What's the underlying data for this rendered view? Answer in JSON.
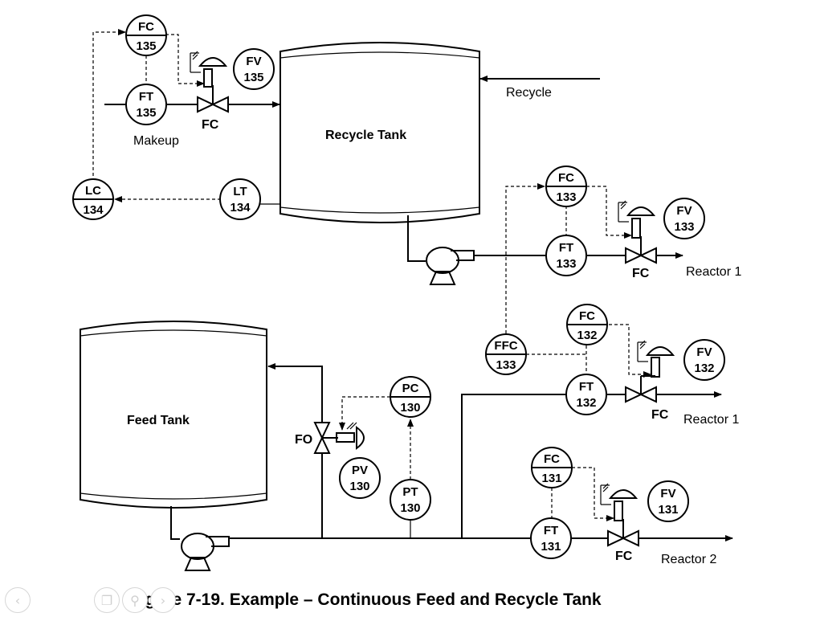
{
  "labels": {
    "recycle_tank": "Recycle Tank",
    "feed_tank": "Feed Tank",
    "recycle": "Recycle",
    "makeup": "Makeup",
    "reactor1_top": "Reactor 1",
    "reactor1_mid": "Reactor 1",
    "reactor2": "Reactor 2",
    "fc_fail_135": "FC",
    "fc_fail_133": "FC",
    "fc_fail_132": "FC",
    "fc_fail_131": "FC",
    "fo_fail_130": "FO"
  },
  "instruments": {
    "fc135": {
      "tag": "FC",
      "num": "135"
    },
    "ft135": {
      "tag": "FT",
      "num": "135"
    },
    "fv135": {
      "tag": "FV",
      "num": "135"
    },
    "lc134": {
      "tag": "LC",
      "num": "134"
    },
    "lt134": {
      "tag": "LT",
      "num": "134"
    },
    "fc133": {
      "tag": "FC",
      "num": "133"
    },
    "ft133": {
      "tag": "FT",
      "num": "133"
    },
    "fv133": {
      "tag": "FV",
      "num": "133"
    },
    "ffc133": {
      "tag": "FFC",
      "num": "133"
    },
    "fc132": {
      "tag": "FC",
      "num": "132"
    },
    "ft132": {
      "tag": "FT",
      "num": "132"
    },
    "fv132": {
      "tag": "FV",
      "num": "132"
    },
    "pc130": {
      "tag": "PC",
      "num": "130"
    },
    "pv130": {
      "tag": "PV",
      "num": "130"
    },
    "pt130": {
      "tag": "PT",
      "num": "130"
    },
    "fc131": {
      "tag": "FC",
      "num": "131"
    },
    "ft131": {
      "tag": "FT",
      "num": "131"
    },
    "fv131": {
      "tag": "FV",
      "num": "131"
    }
  },
  "caption": "Figure 7-19. Example – Continuous Feed and Recycle Tank",
  "navigation": {
    "prev_icon": "chevron-left-icon",
    "menu_icon": "copy-icon",
    "zoom_icon": "search-icon",
    "next_icon": "chevron-right-icon"
  }
}
